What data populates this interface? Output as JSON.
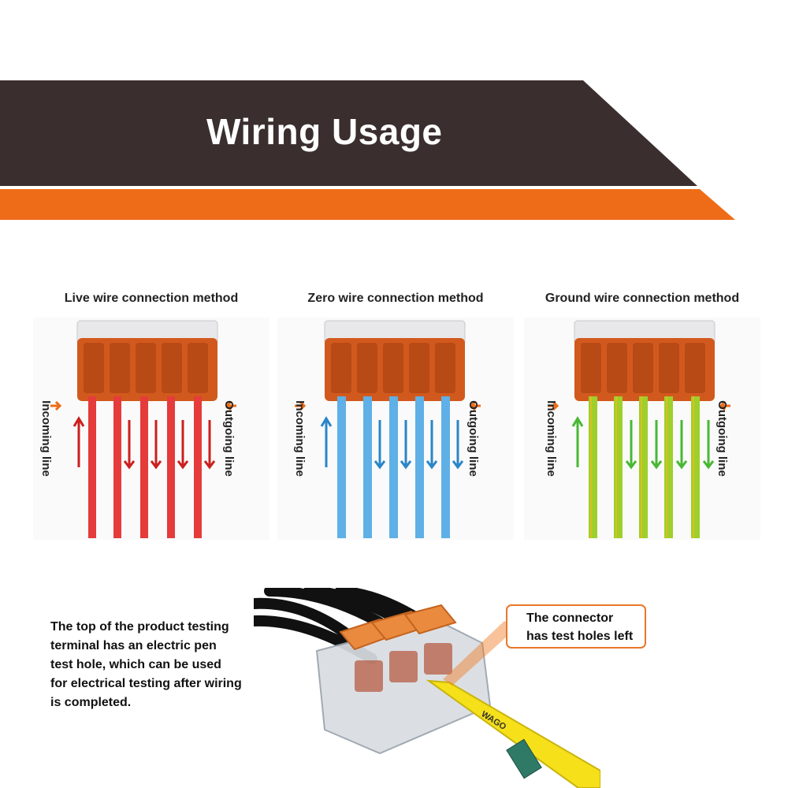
{
  "header": {
    "title": "Wiring Usage"
  },
  "colors": {
    "banner_dark": "#3a2e2e",
    "banner_orange": "#ee6c17",
    "connector_orange": "#d2591d",
    "live_wire": "#e53b3b",
    "zero_wire": "#5fb0e6",
    "ground_wire": "#9ecf2a",
    "callout_border": "#e8772a"
  },
  "panels": [
    {
      "title": "Live wire connection method",
      "incoming": "Incoming line",
      "outgoing": "Outgoing line"
    },
    {
      "title": "Zero wire connection method",
      "incoming": "Incoming line",
      "outgoing": "Outgoing line"
    },
    {
      "title": "Ground wire connection method",
      "incoming": "Incoming line",
      "outgoing": "Outgoing line"
    }
  ],
  "description": {
    "lines": [
      "The top of the product testing",
      " terminal has an electric pen",
      " test hole, which can be used",
      " for electrical testing after wiring",
      " is completed."
    ]
  },
  "callout": {
    "lines": [
      "The connector",
      "has test holes left"
    ]
  },
  "tester_brand": "WAGO"
}
